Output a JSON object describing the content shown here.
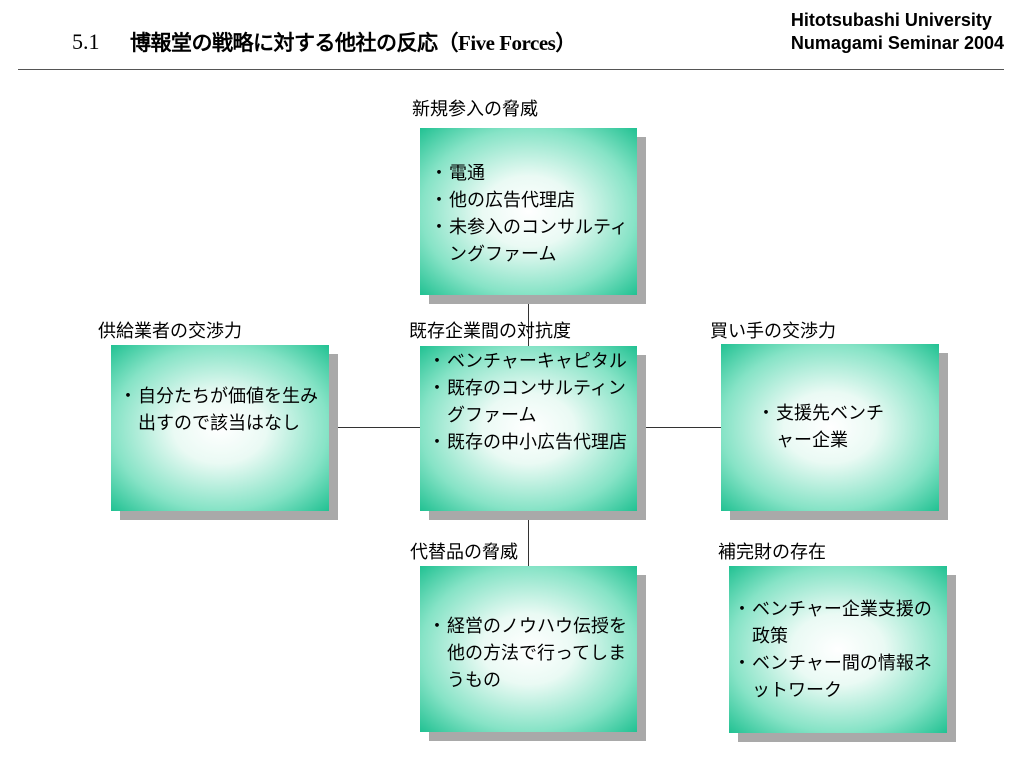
{
  "header": {
    "number": "5.1",
    "title_jp": "博報堂の戦略に対する他社の反応",
    "title_en": "（Five Forces）",
    "university": "Hitotsubashi University",
    "seminar": "Numagami Seminar 2004"
  },
  "forces": {
    "new_entrants": {
      "label": "新規参入の脅威",
      "items": [
        "電通",
        "他の広告代理店",
        "未参入のコンサルティングファーム"
      ]
    },
    "suppliers": {
      "label": "供給業者の交渉力",
      "items": [
        "自分たちが価値を生み出すので該当はなし"
      ]
    },
    "rivalry": {
      "label": "既存企業間の対抗度",
      "items": [
        "ベンチャーキャピタル",
        "既存のコンサルティングファーム",
        "既存の中小広告代理店"
      ]
    },
    "buyers": {
      "label": "買い手の交渉力",
      "items": [
        "支援先ベンチャー企業"
      ]
    },
    "substitutes": {
      "label": "代替品の脅威",
      "items": [
        "経営のノウハウ伝授を他の方法で行ってしまうもの"
      ]
    },
    "complements": {
      "label": "補完財の存在",
      "items": [
        "ベンチャー企業支援の政策",
        "ベンチャー間の情報ネットワーク"
      ]
    }
  },
  "colors": {
    "box_center": "#ffffff",
    "box_edge": "#21c192",
    "shadow": "#a9a9a9"
  }
}
